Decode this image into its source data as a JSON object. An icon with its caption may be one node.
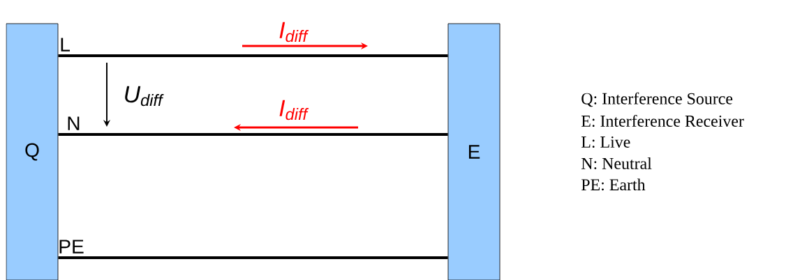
{
  "diagram": {
    "nodes": [
      {
        "text": [
          "Q"
        ]
      },
      {
        "text": [
          "E"
        ]
      }
    ],
    "edges": [
      {
        "from": 0,
        "to": 1,
        "arrow": "none",
        "label": "L"
      },
      {
        "from": 0,
        "to": 1,
        "arrow": "none",
        "label": "N"
      },
      {
        "from": 0,
        "to": 1,
        "arrow": "none",
        "label": "PE"
      }
    ],
    "labels": [
      "I$_{diff}$",
      "U$_{diff}$",
      "I$_{diff}$",
      "Q:   Interference Source",
      "E:   Interference Receiver",
      "L:   Live",
      "N:   Neutral",
      "PE: Earth"
    ]
  }
}
